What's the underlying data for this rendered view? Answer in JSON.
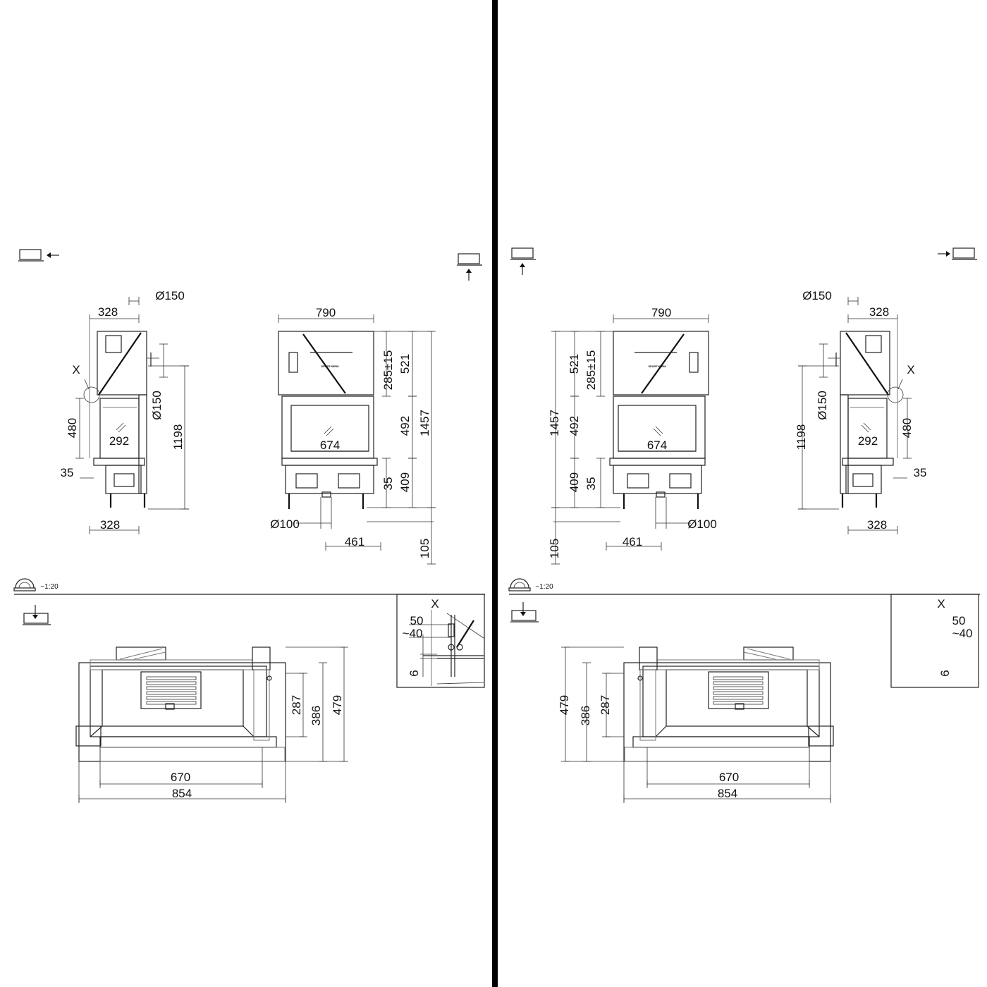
{
  "logo_text": "SPARTHERM",
  "scale_label": "~1:20",
  "panels": [
    {
      "id": "left",
      "side_view": {
        "d_top": "Ø150",
        "w_top": "328",
        "x_mark": "X",
        "h480": "480",
        "w292": "292",
        "d_side": "Ø150",
        "h1198": "1198",
        "h35": "35",
        "w_bottom": "328"
      },
      "front_view": {
        "w790": "790",
        "h285": "285±15",
        "h521": "521",
        "h492": "492",
        "h1457": "1457",
        "w674": "674",
        "h409": "409",
        "h35": "35",
        "d100": "Ø100",
        "w461": "461",
        "h105": "105"
      },
      "plan_view": {
        "h287": "287",
        "h386": "386",
        "h479": "479",
        "w670": "670",
        "w854": "854"
      },
      "detail": {
        "title": "X",
        "d50": "50",
        "d40": "~40",
        "d6": "6"
      }
    },
    {
      "id": "right",
      "side_view": {
        "d_top": "Ø150",
        "w_top": "328",
        "x_mark": "X",
        "h480": "480",
        "w292": "292",
        "d_side": "Ø150",
        "h1198": "1198",
        "h35": "35",
        "w_bottom": "328"
      },
      "front_view": {
        "w790": "790",
        "h285": "285±15",
        "h521": "521",
        "h492": "492",
        "h1457": "1457",
        "w674": "674",
        "h409": "409",
        "h35": "35",
        "d100": "Ø100",
        "w461": "461",
        "h105": "105"
      },
      "plan_view": {
        "h287": "287",
        "h386": "386",
        "h479": "479",
        "w670": "670",
        "w854": "854"
      },
      "detail": {
        "title": "X",
        "d50": "50",
        "d40": "~40",
        "d6": "6"
      }
    }
  ]
}
